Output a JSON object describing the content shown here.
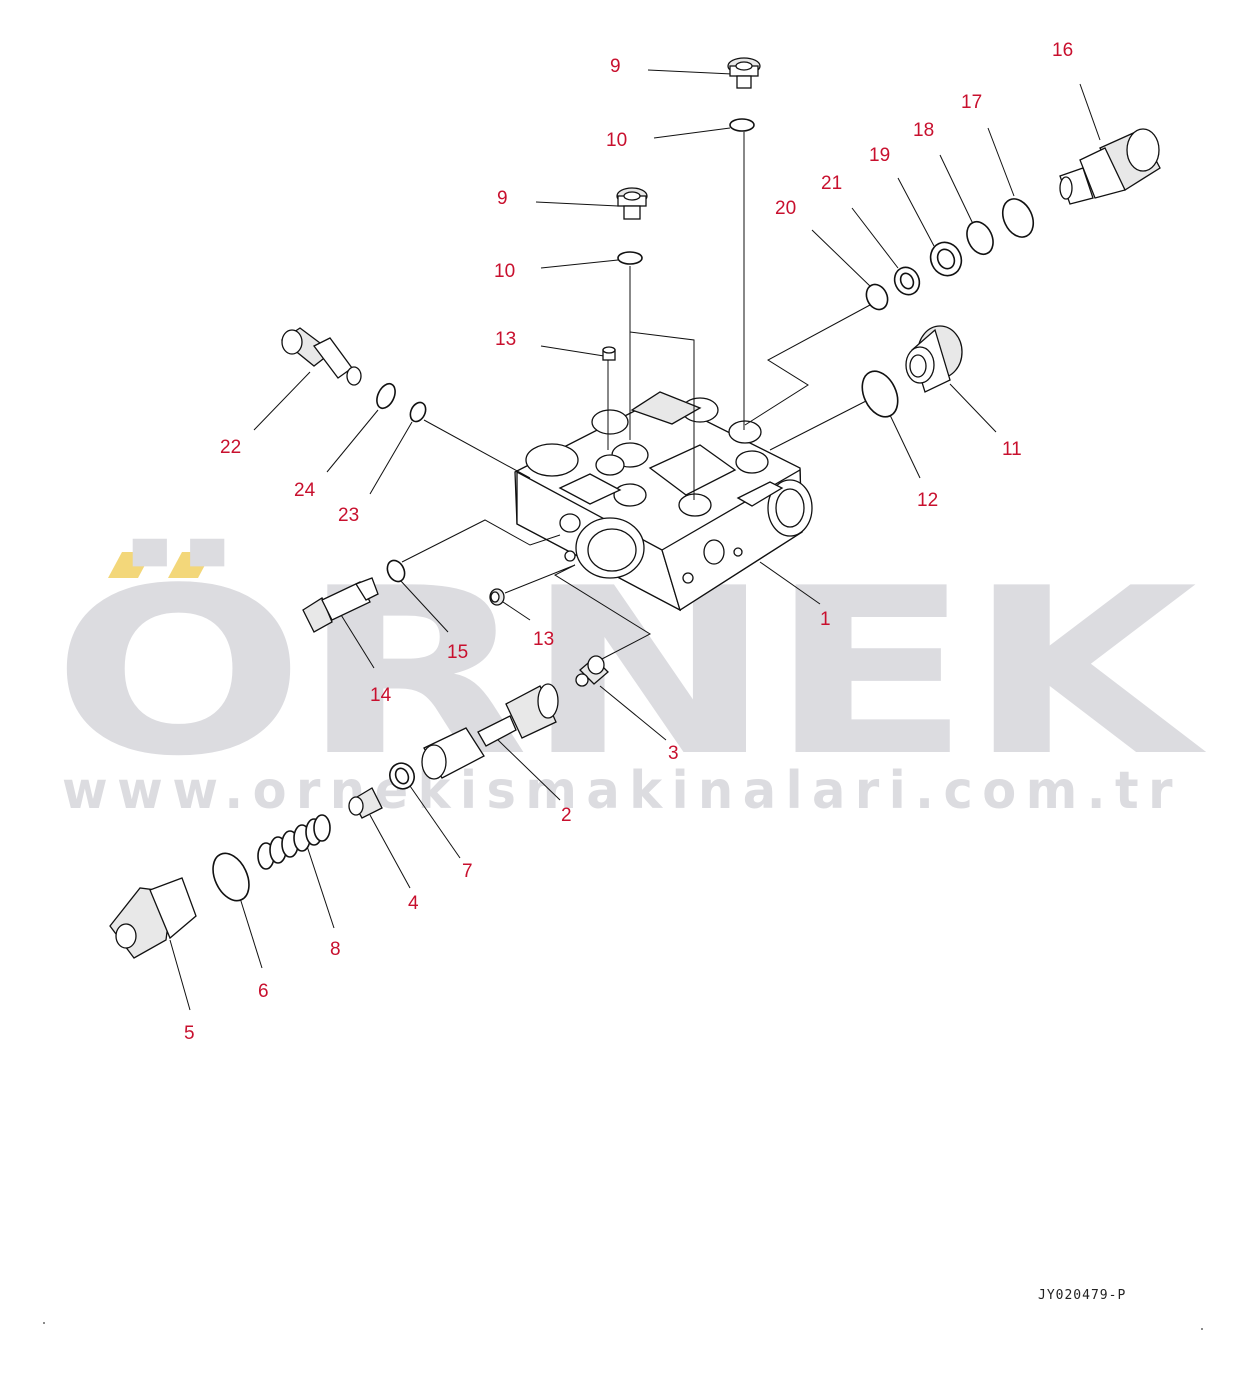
{
  "watermark": {
    "brand": "ÖRNEK",
    "url": "www.ornekismakinalari.com.tr",
    "dots_color": "#f3d77a",
    "text_color": "#dcdce0"
  },
  "drawing_code": "JY020479-P",
  "label_color": "#c8102e",
  "callouts": [
    {
      "id": "c9a",
      "text": "9"
    },
    {
      "id": "c10a",
      "text": "10"
    },
    {
      "id": "c9b",
      "text": "9"
    },
    {
      "id": "c10b",
      "text": "10"
    },
    {
      "id": "c16",
      "text": "16"
    },
    {
      "id": "c17",
      "text": "17"
    },
    {
      "id": "c18",
      "text": "18"
    },
    {
      "id": "c19",
      "text": "19"
    },
    {
      "id": "c21",
      "text": "21"
    },
    {
      "id": "c20",
      "text": "20"
    },
    {
      "id": "c13a",
      "text": "13"
    },
    {
      "id": "c22",
      "text": "22"
    },
    {
      "id": "c24",
      "text": "24"
    },
    {
      "id": "c23",
      "text": "23"
    },
    {
      "id": "c11",
      "text": "11"
    },
    {
      "id": "c12",
      "text": "12"
    },
    {
      "id": "c1",
      "text": "1"
    },
    {
      "id": "c15",
      "text": "15"
    },
    {
      "id": "c13b",
      "text": "13"
    },
    {
      "id": "c14",
      "text": "14"
    },
    {
      "id": "c3",
      "text": "3"
    },
    {
      "id": "c2",
      "text": "2"
    },
    {
      "id": "c7",
      "text": "7"
    },
    {
      "id": "c4",
      "text": "4"
    },
    {
      "id": "c8",
      "text": "8"
    },
    {
      "id": "c6",
      "text": "6"
    },
    {
      "id": "c5",
      "text": "5"
    }
  ]
}
